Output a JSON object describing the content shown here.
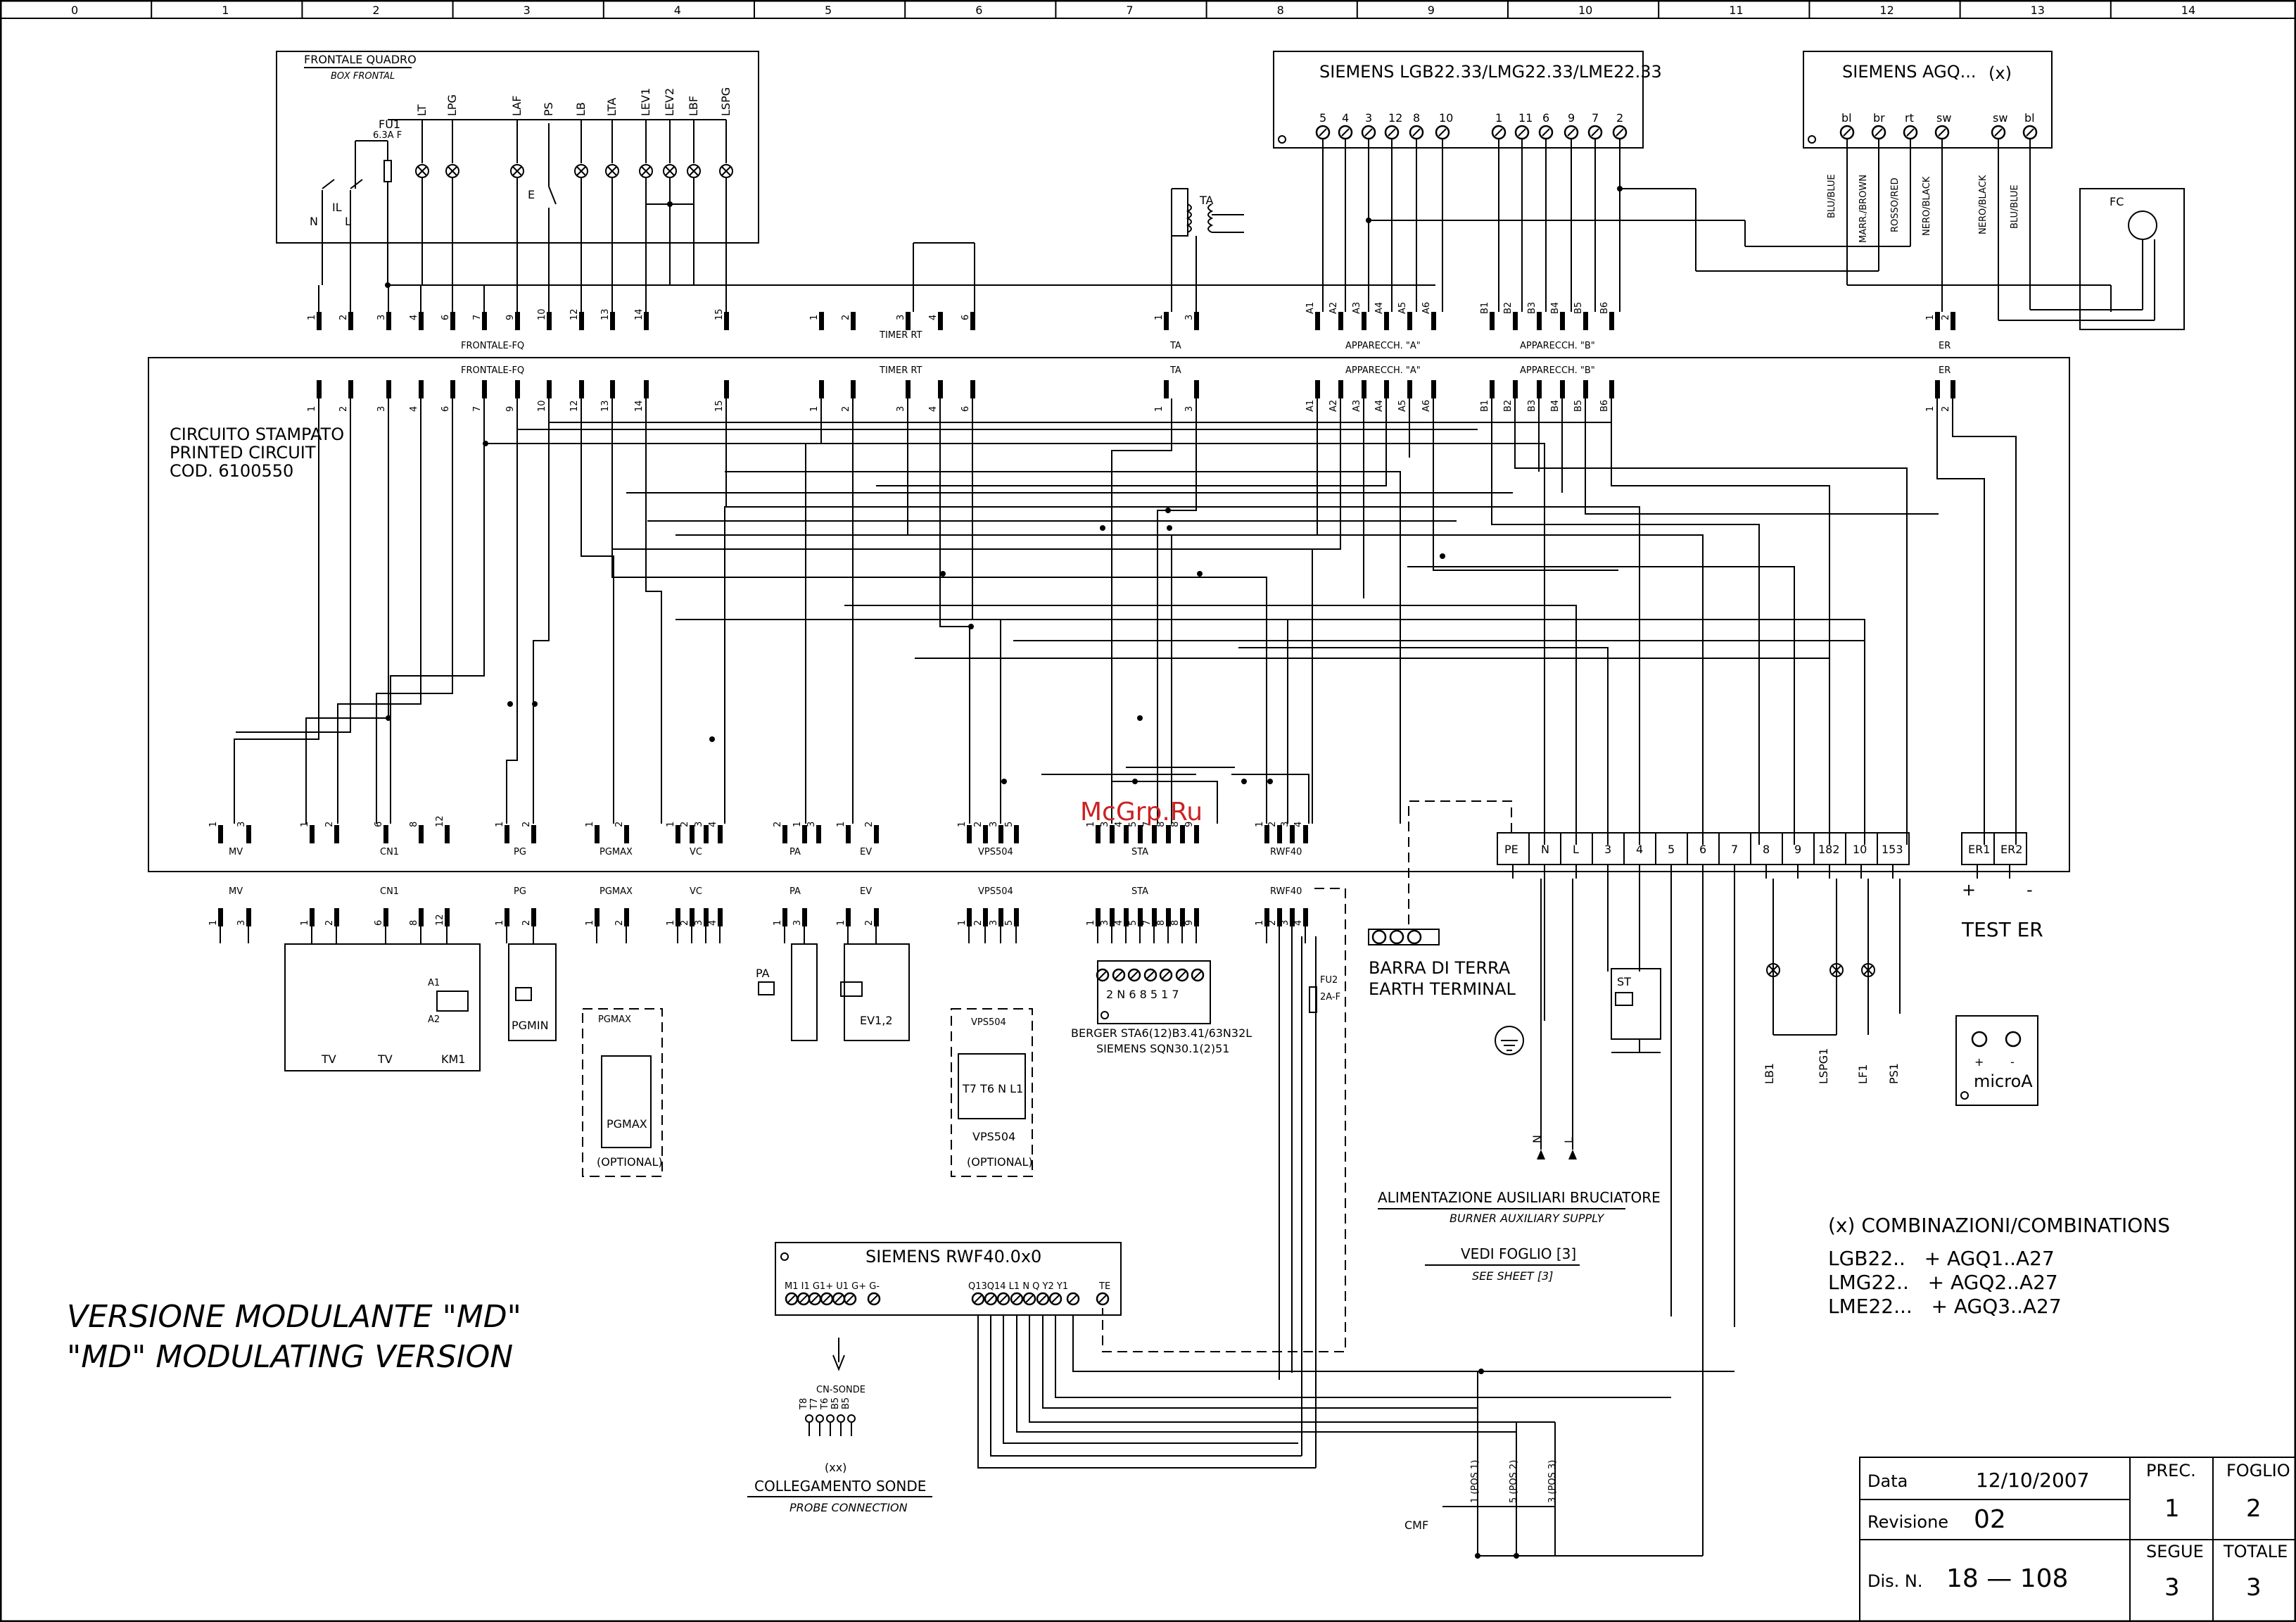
{
  "columns": [
    "0",
    "1",
    "2",
    "3",
    "4",
    "5",
    "6",
    "7",
    "8",
    "9",
    "10",
    "11",
    "12",
    "13",
    "14"
  ],
  "frontale": {
    "title": "FRONTALE QUADRO",
    "subtitle": "BOX FRONTAL",
    "fuse": "FU1",
    "fuse_rating": "6.3A F",
    "labels": [
      "LT",
      "LPG",
      "LAF",
      "PS",
      "LB",
      "LTA",
      "LEV1",
      "LEV2",
      "LBF",
      "LSPG"
    ],
    "n": "N",
    "il": "IL",
    "l": "L",
    "e": "E"
  },
  "siemens_lgb": {
    "title": "SIEMENS LGB22.33/LMG22.33/LME22.33",
    "terminals": [
      "5",
      "4",
      "3",
      "12",
      "8",
      "10",
      "1",
      "11",
      "6",
      "9",
      "7",
      "2"
    ]
  },
  "siemens_agq": {
    "title": "SIEMENS AGQ...",
    "mark": "(x)",
    "terminals": [
      "bl",
      "br",
      "rt",
      "sw",
      "sw",
      "bl"
    ],
    "wires": [
      "BLU/BLUE",
      "MARR./BROWN",
      "ROSSO/RED",
      "NERO/BLACK",
      "NERO/BLACK",
      "BLU/BLUE"
    ],
    "fc": "FC"
  },
  "ta_label": "TA",
  "connectors": {
    "frontale_pins": [
      "1",
      "2",
      "3",
      "4",
      "6",
      "7",
      "9",
      "10",
      "12",
      "13",
      "14",
      "15"
    ],
    "frontale": "FRONTALE-FQ",
    "timer_pins": [
      "1",
      "2",
      "3",
      "4",
      "6"
    ],
    "timer": "TIMER RT",
    "ta_pins": [
      "1",
      "3"
    ],
    "ta": "TA",
    "appa_pins": [
      "A1",
      "A2",
      "A3",
      "A4",
      "A5",
      "A6"
    ],
    "appa": "APPARECCH. \"A\"",
    "appb_pins": [
      "B1",
      "B2",
      "B3",
      "B4",
      "B5",
      "B6"
    ],
    "appb": "APPARECCH. \"B\"",
    "er_pins": [
      "1",
      "2"
    ],
    "er": "ER"
  },
  "pcb": {
    "line1": "CIRCUITO STAMPATO",
    "line2": "PRINTED CIRCUIT",
    "line3": "COD. 6100550"
  },
  "bottom_connectors": [
    "MV",
    "CN1",
    "PG",
    "PGMAX",
    "VC",
    "PA",
    "EV",
    "VPS504",
    "STA",
    "RWF40"
  ],
  "terminal_strip": [
    "PE",
    "N",
    "L",
    "3",
    "4",
    "5",
    "6",
    "7",
    "8",
    "9",
    "182",
    "10",
    "153"
  ],
  "er_strip": [
    "ER1",
    "ER2"
  ],
  "test_er": "TEST ER",
  "watermark": "McGrp.Ru",
  "devices": {
    "tv": "TV",
    "km1": "KM1",
    "a1": "A1",
    "a2": "A2",
    "pgmin": "PGMIN",
    "pgmax": "PGMAX",
    "optional": "(OPTIONAL)",
    "pa": "PA",
    "ev": "EV1,2",
    "vps": "VPS504",
    "vps_terms": "T7 T6 N L1",
    "sta_terms": "2 N 6 8 5 1 7",
    "sta_l1": "BERGER STA6(12)B3.41/63N32L",
    "sta_l2": "SIEMENS SQN30.1(2)51",
    "fu2": "FU2",
    "fu2_rating": "2A-F",
    "earth_l1": "BARRA DI TERRA",
    "earth_l2": "EARTH TERMINAL",
    "st": "ST",
    "lamps": [
      "LB1",
      "LSPG1",
      "LF1",
      "PS1"
    ],
    "microa": "microA",
    "micro_plus": "+",
    "micro_minus": "-",
    "plus": "+",
    "minus": "-"
  },
  "aux": {
    "l1": "ALIMENTAZIONE AUSILIARI BRUCIATORE",
    "l2": "BURNER AUXILIARY SUPPLY",
    "l3": "VEDI FOGLIO [3]",
    "l4": "SEE SHEET [3]",
    "n": "N",
    "l": "L"
  },
  "rwf": {
    "title": "SIEMENS RWF40.0x0",
    "left_terms": "M1 I1 G1+ U1 G+ G-",
    "right_terms": "Q13Q14 L1 N Q Y2 Y1",
    "te": "TE",
    "cn_sonde": "CN-SONDE",
    "sonde_pins": [
      "T8",
      "T7",
      "T6",
      "B5",
      "B5"
    ],
    "xx": "(xx)",
    "probe_it": "COLLEGAMENTO SONDE",
    "probe_en": "PROBE CONNECTION"
  },
  "cmf": {
    "label": "CMF",
    "pos": [
      "1 (POS 1)",
      "5 (POS 2)",
      "3 (POS 3)"
    ]
  },
  "version": {
    "l1": "VERSIONE MODULANTE \"MD\"",
    "l2": "\"MD\" MODULATING VERSION"
  },
  "combinations": {
    "title": "(x) COMBINAZIONI/COMBINATIONS",
    "rows": [
      "LGB22..   + AGQ1..A27",
      "LMG22..   + AGQ2..A27",
      "LME22...   + AGQ3..A27"
    ]
  },
  "title_block": {
    "data_label": "Data",
    "data_value": "12/10/2007",
    "rev_label": "Revisione",
    "rev_value": "02",
    "dis_label": "Dis. N.",
    "dis_value": "18 — 108",
    "prec_label": "PREC.",
    "prec_value": "1",
    "foglio_label": "FOGLIO",
    "foglio_value": "2",
    "segue_label": "SEGUE",
    "segue_value": "3",
    "totale_label": "TOTALE",
    "totale_value": "3"
  }
}
